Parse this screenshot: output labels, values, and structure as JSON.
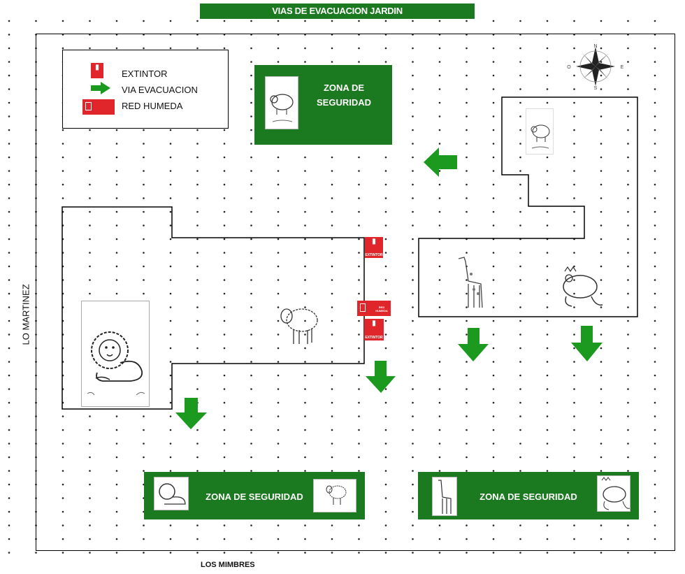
{
  "title": "VIAS DE EVACUACION JARDIN",
  "legend": {
    "extintor": "EXTINTOR",
    "via_evacuacion": "VIA EVACUACION",
    "red_humeda": "RED HUMEDA"
  },
  "signs": {
    "extintor_text": "EXTINTOR",
    "red_humeda_text": "RED HUMEDA"
  },
  "zones": {
    "top_line1": "ZONA DE",
    "top_line2": "SEGURIDAD",
    "bottom_left": "ZONA DE SEGURIDAD",
    "bottom_right": "ZONA DE SEGURIDAD"
  },
  "streets": {
    "left": "LO MARTINEZ",
    "bottom": "LOS MIMBRES"
  },
  "compass_letters": {
    "n": "N",
    "s": "S",
    "e": "E",
    "w": "O"
  },
  "colors": {
    "green": "#1b7a1f",
    "red": "#e0262a"
  }
}
